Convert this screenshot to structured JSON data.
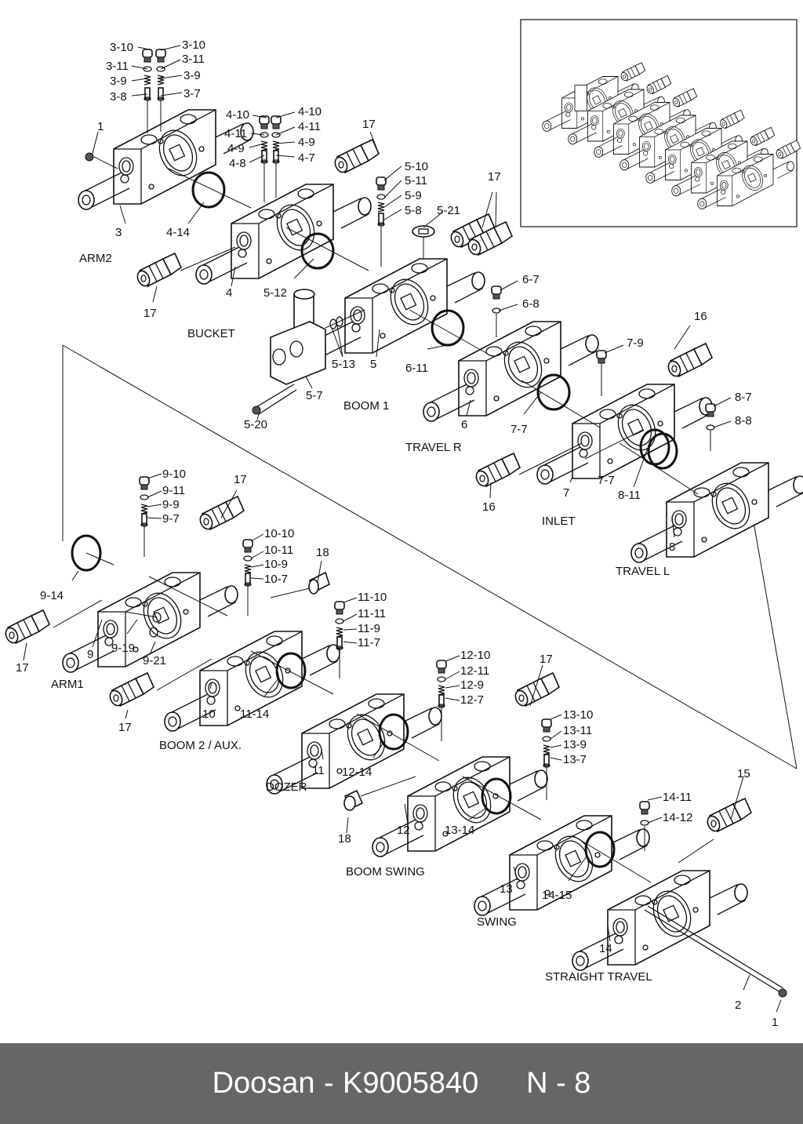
{
  "footer": {
    "brand": "Doosan",
    "separator": "-",
    "part_number": "K9005840",
    "page_ref": "N - 8"
  },
  "sections": [
    {
      "id": "arm2",
      "label": "ARM2"
    },
    {
      "id": "bucket",
      "label": "BUCKET"
    },
    {
      "id": "boom1",
      "label": "BOOM 1"
    },
    {
      "id": "travel_r",
      "label": "TRAVEL R"
    },
    {
      "id": "inlet",
      "label": "INLET"
    },
    {
      "id": "travel_l",
      "label": "TRAVEL L"
    },
    {
      "id": "arm1",
      "label": "ARM1"
    },
    {
      "id": "boom2_aux",
      "label": "BOOM 2 / AUX."
    },
    {
      "id": "dozer",
      "label": "DOZER"
    },
    {
      "id": "boom_swing",
      "label": "BOOM SWING"
    },
    {
      "id": "swing",
      "label": "SWING"
    },
    {
      "id": "straight_travel",
      "label": "STRAIGHT TRAVEL"
    }
  ],
  "callouts": {
    "c1a": "1",
    "c1b": "1",
    "c2": "2",
    "c3": "3",
    "c3_10a": "3-10",
    "c3_10b": "3-10",
    "c3_11a": "3-11",
    "c3_11b": "3-11",
    "c3_9a": "3-9",
    "c3_9b": "3-9",
    "c3_8": "3-8",
    "c3_7": "3-7",
    "c4": "4",
    "c4_10a": "4-10",
    "c4_10b": "4-10",
    "c4_11a": "4-11",
    "c4_11b": "4-11",
    "c4_9a": "4-9",
    "c4_9b": "4-9",
    "c4_8": "4-8",
    "c4_7": "4-7",
    "c4_14": "4-14",
    "c5": "5",
    "c5_7": "5-7",
    "c5_8": "5-8",
    "c5_9": "5-9",
    "c5_10": "5-10",
    "c5_11": "5-11",
    "c5_12": "5-12",
    "c5_13": "5-13",
    "c5_20": "5-20",
    "c5_21": "5-21",
    "c6": "6",
    "c6_7": "6-7",
    "c6_8": "6-8",
    "c6_11": "6-11",
    "c7": "7",
    "c7_7a": "7-7",
    "c7_7b": "7-7",
    "c7_9": "7-9",
    "c8": "8",
    "c8_7": "8-7",
    "c8_8": "8-8",
    "c8_11": "8-11",
    "c9": "9",
    "c9_7": "9-7",
    "c9_9": "9-9",
    "c9_10": "9-10",
    "c9_11": "9-11",
    "c9_14": "9-14",
    "c9_19": "9-19",
    "c9_21": "9-21",
    "c10": "10",
    "c10_7": "10-7",
    "c10_9": "10-9",
    "c10_10": "10-10",
    "c10_11": "10-11",
    "c11": "11",
    "c11_7": "11-7",
    "c11_9": "11-9",
    "c11_10": "11-10",
    "c11_11": "11-11",
    "c11_14": "11-14",
    "c12": "12",
    "c12_7": "12-7",
    "c12_9": "12-9",
    "c12_10": "12-10",
    "c12_11": "12-11",
    "c12_14": "12-14",
    "c13": "13",
    "c13_7": "13-7",
    "c13_9": "13-9",
    "c13_10": "13-10",
    "c13_11": "13-11",
    "c13_14": "13-14",
    "c14": "14",
    "c14_11": "14-11",
    "c14_12": "14-12",
    "c14_15": "14-15",
    "c15": "15",
    "c16a": "16",
    "c16b": "16",
    "c17a": "17",
    "c17b": "17",
    "c17c": "17",
    "c17d": "17",
    "c17e": "17",
    "c17f": "17",
    "c17g": "17",
    "c18a": "18",
    "c18b": "18"
  },
  "inset": {
    "caption": "assembled control valve overview"
  }
}
